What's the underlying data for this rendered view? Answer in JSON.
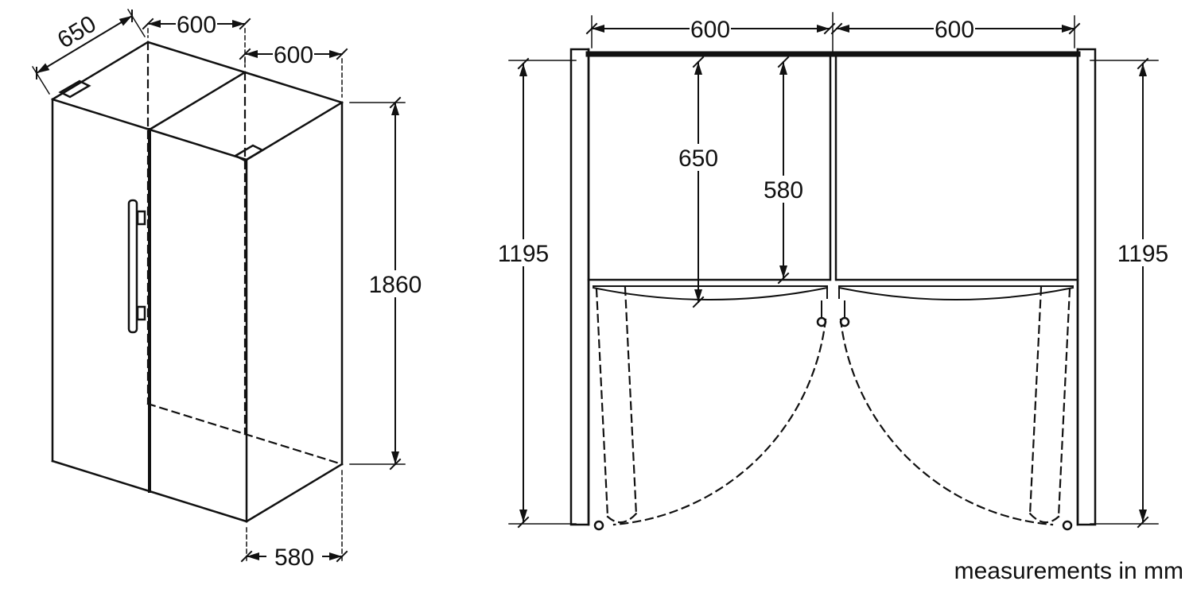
{
  "footer": {
    "note": "measurements in mm"
  },
  "iso": {
    "depth_top": "650",
    "width_left": "600",
    "width_right": "600",
    "height": "1860",
    "depth_bottom": "580"
  },
  "plan": {
    "width_left": "600",
    "width_right": "600",
    "depth_with_door": "650",
    "depth_body": "580",
    "clearance_left": "1195",
    "clearance_right": "1195"
  },
  "colors": {
    "line": "#111111",
    "background": "#ffffff"
  }
}
